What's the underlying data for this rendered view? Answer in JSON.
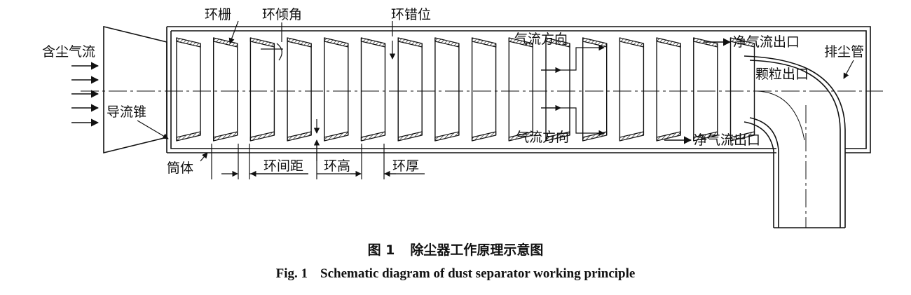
{
  "labels": {
    "inlet_gas": "含尘气流",
    "guide_cone": "导流锥",
    "ring_grid": "环栅",
    "ring_tilt": "环倾角",
    "ring_offset": "环错位",
    "airflow_top": "气流方向",
    "airflow_bottom": "气流方向",
    "clean_outlet_top": "净气流出口",
    "clean_outlet_bottom": "净气流出口",
    "dust_pipe": "排尘管",
    "particle_outlet": "颗粒出口",
    "cylinder": "筒体",
    "ring_spacing": "环间距",
    "ring_height": "环高",
    "ring_thickness": "环厚"
  },
  "caption": {
    "cn_number": "图 1",
    "cn_text": "除尘器工作原理示意图",
    "en_number": "Fig. 1",
    "en_text": "Schematic diagram of dust separator working principle"
  },
  "rings": {
    "count": 16
  }
}
